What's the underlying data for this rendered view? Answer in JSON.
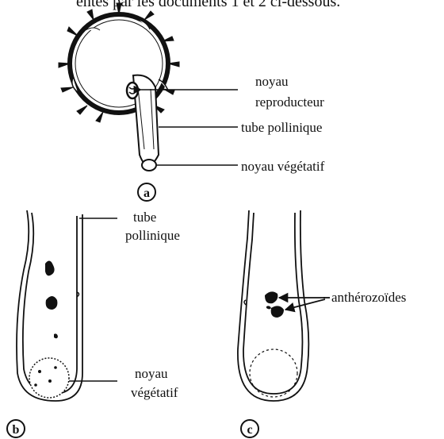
{
  "header_fragment": "entés par les documents 1 et 2 ci-dessous.",
  "figure_a": {
    "caption": "a",
    "labels": {
      "noyau_reproducteur_line1": "noyau",
      "noyau_reproducteur_line2": "reproducteur",
      "tube_pollinique": "tube pollinique",
      "noyau_vegetatif": "noyau végétatif"
    }
  },
  "figure_b": {
    "caption": "b",
    "labels": {
      "tube_line1": "tube",
      "tube_line2": "pollinique",
      "noyau_line1": "noyau",
      "noyau_line2": "végétatif"
    }
  },
  "figure_c": {
    "caption": "c",
    "labels": {
      "antherozoides": "anthérozoïdes"
    }
  }
}
